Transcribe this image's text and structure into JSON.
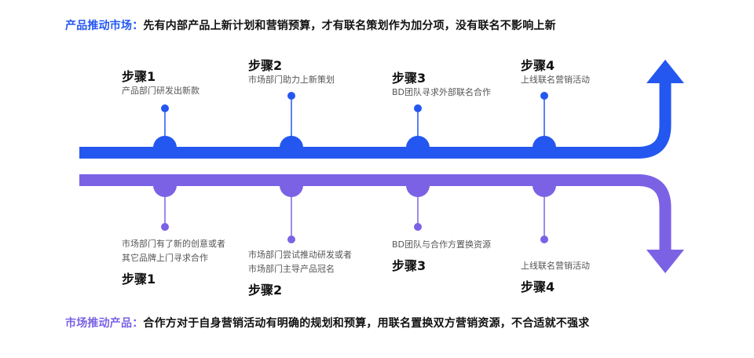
{
  "colors": {
    "top_flow": "#2457F0",
    "bottom_flow": "#7B62E5",
    "text": "#111111",
    "desc_text": "#555555"
  },
  "top_headline": {
    "lead": "产品推动市场：",
    "text": "先有内部产品上新计划和营销预算，才有联名策划作为加分项，没有联名不影响上新"
  },
  "bottom_headline": {
    "lead": "市场推动产品：",
    "text": "合作方对于自身营销活动有明确的规划和预算，用联名置换双方营销资源，不合适就不强求"
  },
  "top_flow": {
    "direction_icon": "arrow-up-icon",
    "steps": [
      {
        "title": "步骤1",
        "desc": [
          "产品部门研发出新款"
        ]
      },
      {
        "title": "步骤2",
        "desc": [
          "市场部门助力上新策划"
        ]
      },
      {
        "title": "步骤3",
        "desc": [
          "BD团队寻求外部联名合作"
        ]
      },
      {
        "title": "步骤4",
        "desc": [
          "上线联名营销活动"
        ]
      }
    ]
  },
  "bottom_flow": {
    "direction_icon": "arrow-down-icon",
    "steps": [
      {
        "title": "步骤1",
        "desc": [
          "市场部门有了新的创意或者",
          "其它品牌上门寻求合作"
        ]
      },
      {
        "title": "步骤2",
        "desc": [
          "市场部门尝试推动研发或者",
          "市场部门主导产品冠名"
        ]
      },
      {
        "title": "步骤3",
        "desc": [
          "BD团队与合作方置换资源"
        ]
      },
      {
        "title": "步骤4",
        "desc": [
          "上线联名营销活动"
        ]
      }
    ]
  }
}
